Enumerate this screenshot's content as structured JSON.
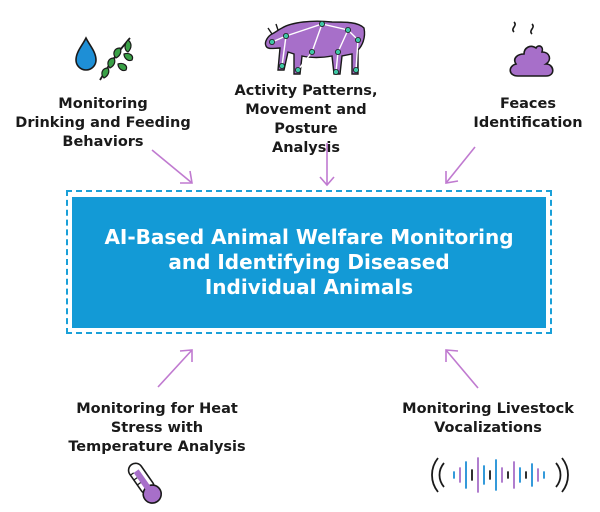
{
  "center": {
    "title": "AI-Based Animal Welfare Monitoring\nand Identifying Diseased\nIndividual Animals"
  },
  "nodes": [
    {
      "id": "drinking-feeding",
      "label": "Monitoring\nDrinking and Feeding\nBehaviors",
      "icon": "water-drop-and-wheat-icon"
    },
    {
      "id": "activity",
      "label": "Activity Patterns,\nMovement and Posture\nAnalysis",
      "icon": "cow-pose-icon"
    },
    {
      "id": "feces",
      "label": "Feaces\nIdentification",
      "icon": "feces-icon"
    },
    {
      "id": "heat-stress",
      "label": "Monitoring for Heat\nStress with\nTemperature Analysis",
      "icon": "thermometer-icon"
    },
    {
      "id": "vocalizations",
      "label": "Monitoring Livestock\nVocalizations",
      "icon": "sound-wave-icon"
    }
  ],
  "colors": {
    "accent": "#139ad6",
    "icon_purple": "#a76fc9",
    "icon_blue": "#1e8fd6",
    "icon_green": "#2f8a3a",
    "arrow": "#c07ad0"
  }
}
